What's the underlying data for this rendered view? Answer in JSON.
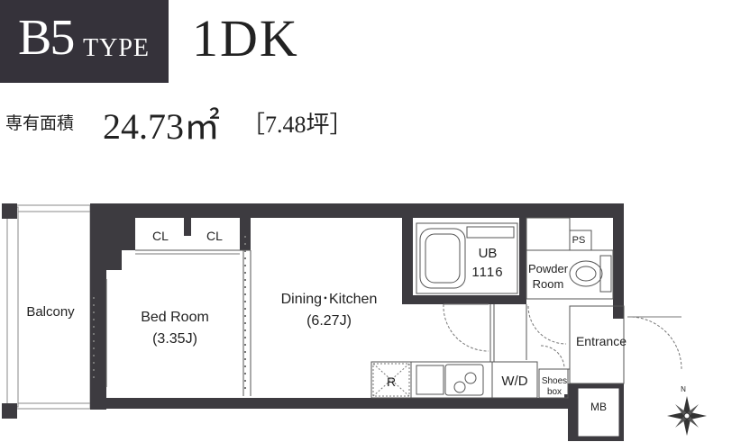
{
  "header": {
    "badge_code": "B5",
    "badge_type": "TYPE",
    "layout": "1DK"
  },
  "area": {
    "label": "専有面積",
    "value": "24.73㎡",
    "tsubo": "［7.48坪］"
  },
  "rooms": {
    "balcony": "Balcony",
    "bedroom": "Bed Room",
    "bedroom_size": "(3.35J)",
    "closet_1": "CL",
    "closet_2": "CL",
    "dining_kitchen": "Dining･Kitchen",
    "dining_kitchen_size": "(6.27J)",
    "unit_bath": "UB",
    "unit_bath_size": "1116",
    "powder_room_line1": "Powder",
    "powder_room_line2": "Room",
    "pipe_space": "PS",
    "entrance": "Entrance",
    "washer": "W/D",
    "refrigerator": "R",
    "shoes_box_line1": "Shoes",
    "shoes_box_line2": "box",
    "meter_box": "MB"
  },
  "compass": {
    "north": "N"
  },
  "colors": {
    "wall": "#3d3b40",
    "badge": "#35323a"
  }
}
